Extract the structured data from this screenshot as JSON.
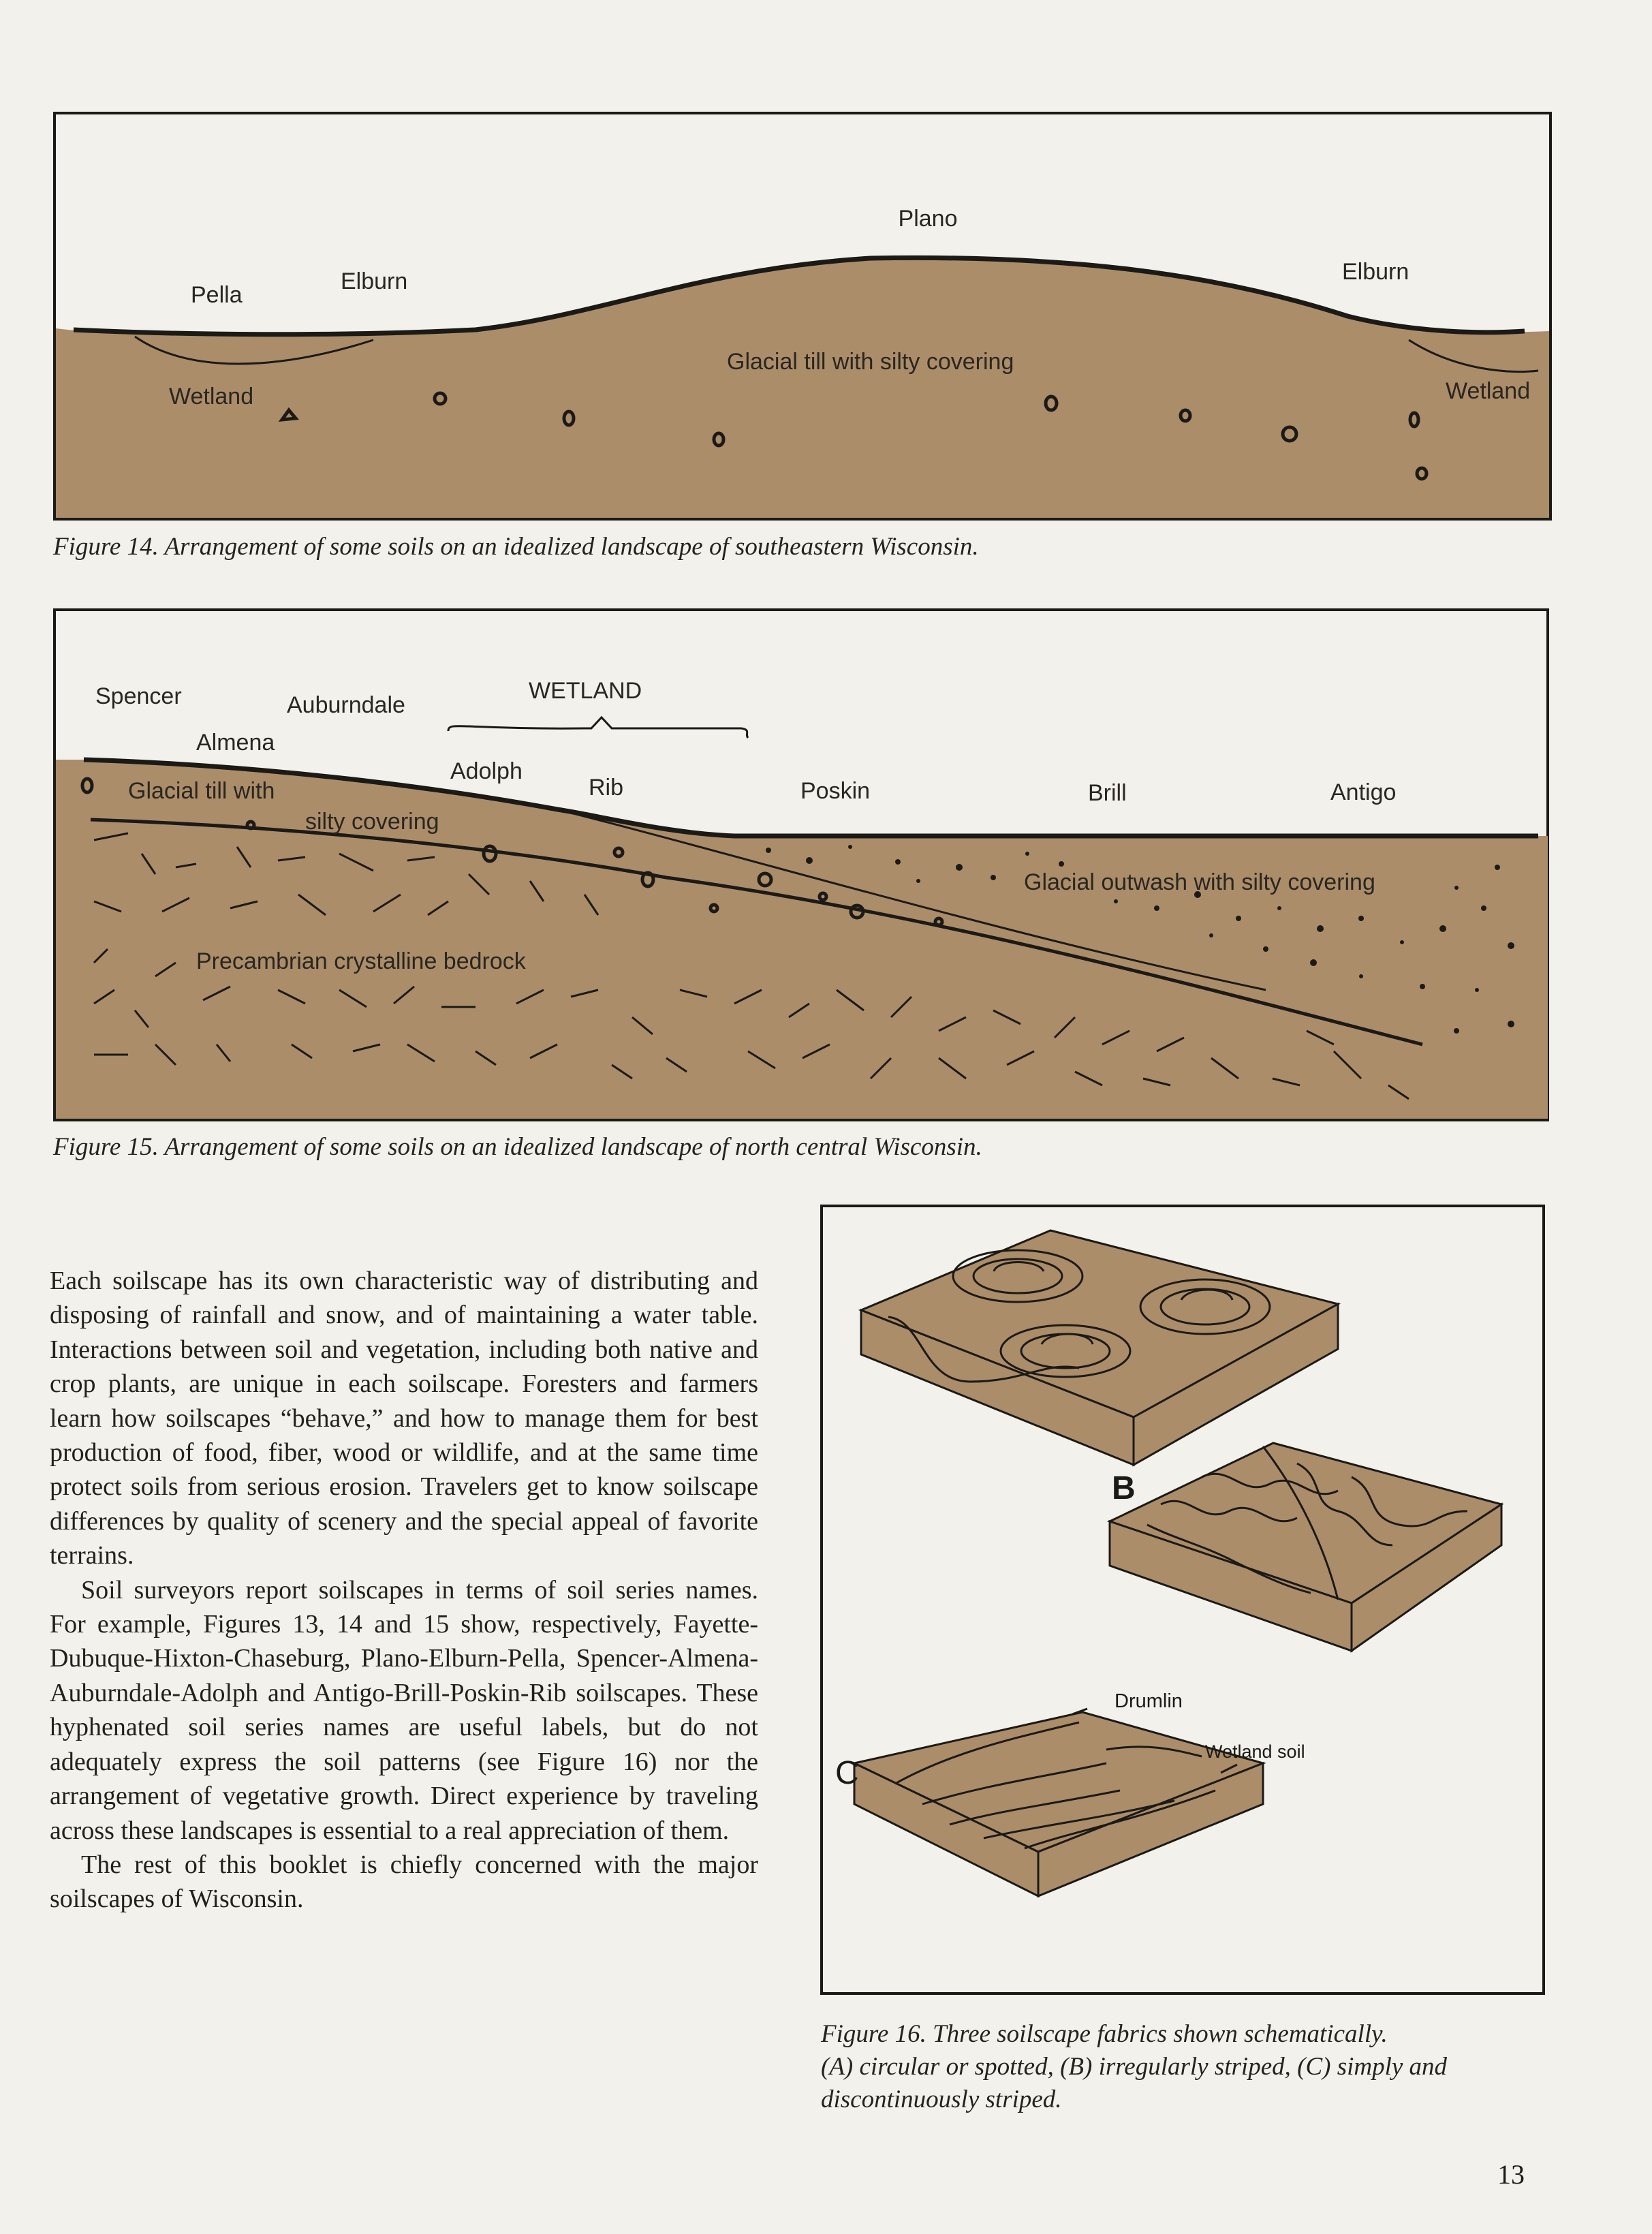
{
  "figure14": {
    "labels": {
      "plano": "Plano",
      "pella": "Pella",
      "elburn_left": "Elburn",
      "elburn_right": "Elburn",
      "till": "Glacial till with silty covering",
      "wetland_left": "Wetland",
      "wetland_right": "Wetland"
    },
    "caption": "Figure 14. Arrangement of some soils on an idealized landscape of southeastern Wisconsin."
  },
  "figure15": {
    "labels": {
      "spencer": "Spencer",
      "auburndale": "Auburndale",
      "wetland": "WETLAND",
      "almena": "Almena",
      "adolph": "Adolph",
      "rib": "Rib",
      "poskin": "Poskin",
      "brill": "Brill",
      "antigo": "Antigo",
      "till_line1": "Glacial till with",
      "till_line2": "silty covering",
      "outwash": "Glacial outwash with silty covering",
      "bedrock": "Precambrian crystalline bedrock"
    },
    "caption": "Figure 15. Arrangement of some soils on an idealized landscape of north central Wisconsin."
  },
  "body": {
    "paragraphs": [
      "Each soilscape has its own characteristic way of distributing and disposing of rainfall and snow, and of maintaining a water table. Interactions between soil and vegetation, including both native and crop plants, are unique in each soilscape. Foresters and farmers learn how soilscapes “behave,” and how to manage them for best production of food, fiber, wood or wildlife, and at the same time protect soils from serious erosion. Travelers get to know soilscape differences by quality of scenery and the special appeal of favorite terrains.",
      "Soil surveyors report soilscapes in terms of soil series names. For example, Figures 13, 14 and 15 show, respectively, Fayette-Dubuque-Hixton-Chaseburg, Plano-Elburn-Pella, Spencer-Almena-Auburndale-Adolph and Antigo-Brill-Poskin-Rib soilscapes. These hyphenated soil series names are useful labels, but do not adequately express the soil patterns (see Figure 16) nor the arrangement of vegetative growth. Direct experience by traveling across these landscapes is essential to a real appreciation of them.",
      "The rest of this booklet is chiefly concerned with the major soilscapes of Wisconsin."
    ]
  },
  "figure16": {
    "labels": {
      "b": "B",
      "c": "C",
      "drumlin": "Drumlin",
      "wetland_soil": "Wetland soil"
    },
    "caption_lines": [
      "Figure 16. Three soilscape fabrics shown schematically.",
      "(A) circular or spotted, (B) irregularly striped, (C) simply and",
      "discontinuously striped."
    ]
  },
  "page_number": "13",
  "colors": {
    "soil": "#ac8d6a",
    "paper": "#f3f1ec",
    "ink": "#1c1a17"
  }
}
